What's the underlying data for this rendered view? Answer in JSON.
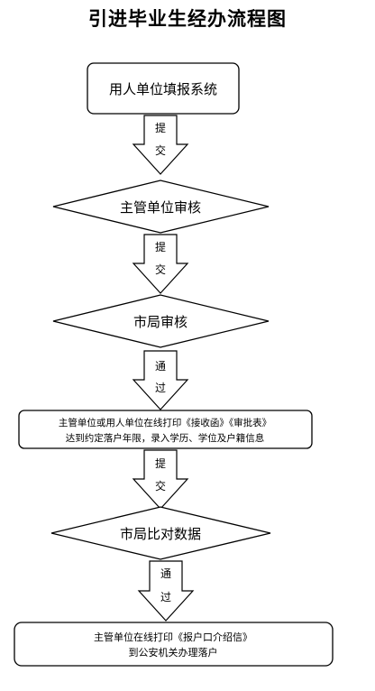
{
  "title": "引进毕业生经办流程图",
  "steps": [
    {
      "lines": [
        "用人单位填报系统"
      ]
    },
    {
      "lines": [
        "主管单位审核"
      ]
    },
    {
      "lines": [
        "市局审核"
      ]
    },
    {
      "lines": [
        "主管单位或用人单位在线打印《接收函》《审批表》",
        "达到约定落户年限，录入学历、学位及户籍信息"
      ]
    },
    {
      "lines": [
        "市局比对数据"
      ]
    },
    {
      "lines": [
        "主管单位在线打印《报户口介绍信》",
        "到公安机关办理落户"
      ]
    }
  ],
  "arrows": [
    {
      "chars": [
        "提",
        "交"
      ]
    },
    {
      "chars": [
        "提",
        "交"
      ]
    },
    {
      "chars": [
        "通",
        "过"
      ]
    },
    {
      "chars": [
        "提",
        "交"
      ]
    },
    {
      "chars": [
        "通",
        "过"
      ]
    }
  ],
  "colors": {
    "line": "#000000",
    "fill": "#ffffff"
  }
}
